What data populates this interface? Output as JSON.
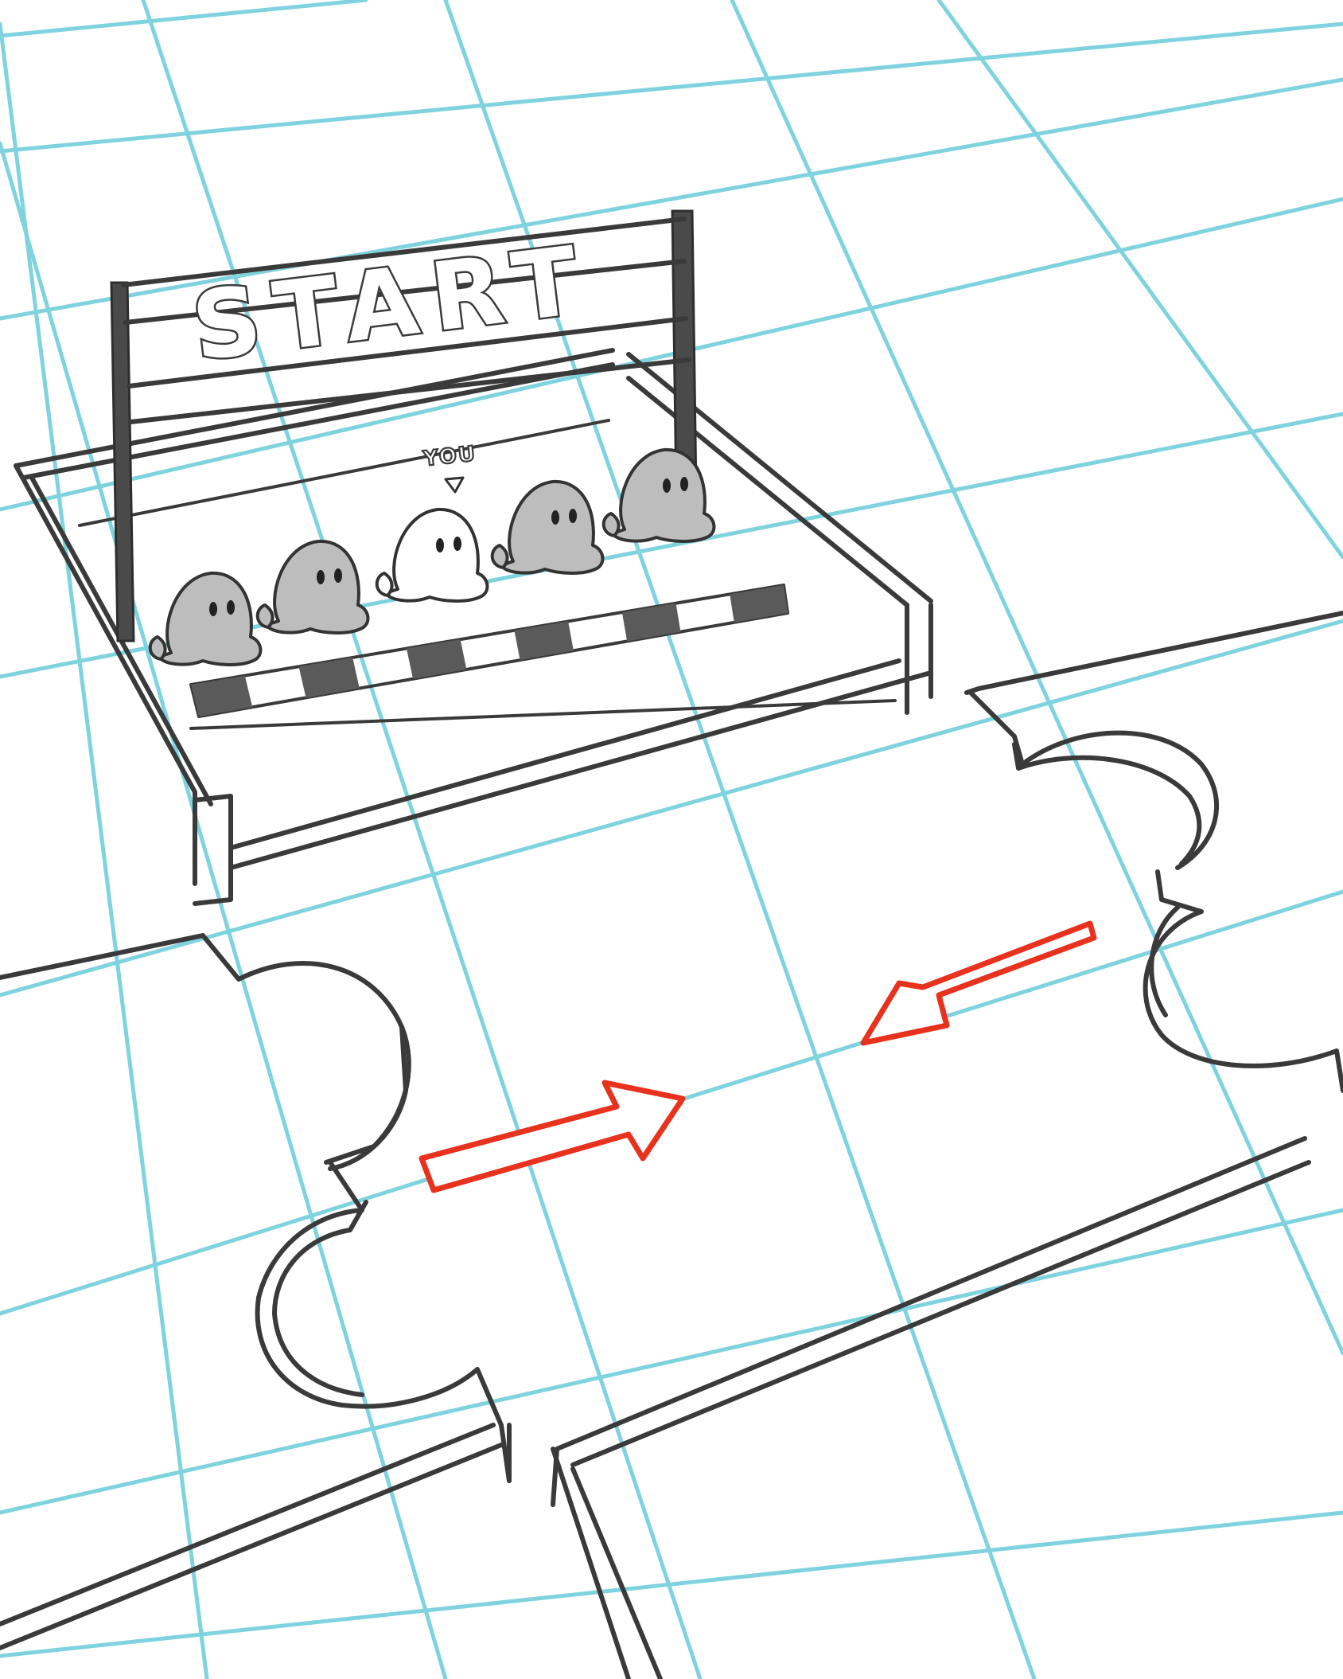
{
  "scene": {
    "sign_text": "START",
    "player_marker": "YOU",
    "colors": {
      "grid": "#7fd3df",
      "ink": "#3a3a3a",
      "arrow": "#e8321e",
      "racer": "#bdbdbd",
      "player": "#ffffff"
    },
    "racers": [
      {
        "kind": "opponent",
        "color": "#bdbdbd"
      },
      {
        "kind": "opponent",
        "color": "#bdbdbd"
      },
      {
        "kind": "player",
        "color": "#ffffff"
      },
      {
        "kind": "opponent",
        "color": "#bdbdbd"
      },
      {
        "kind": "opponent",
        "color": "#bdbdbd"
      }
    ],
    "icons": [
      "start-banner-icon",
      "racer-blob-icon",
      "player-pointer-icon",
      "arrow-right-icon",
      "arrow-left-icon",
      "puzzle-tile-icon"
    ]
  }
}
